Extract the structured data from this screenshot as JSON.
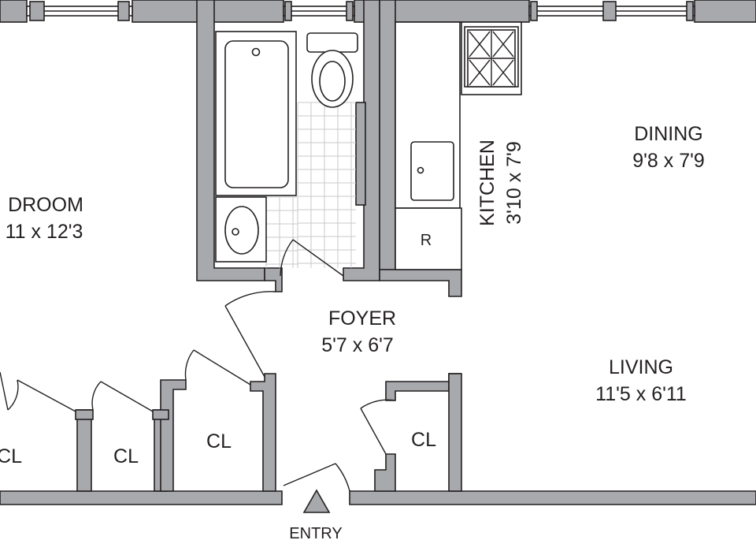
{
  "rooms": {
    "bedroom": {
      "name": "DROOM",
      "dims": "11 x 12'3"
    },
    "dining": {
      "name": "DINING",
      "dims": "9'8 x 7'9"
    },
    "kitchen": {
      "name": "KITCHEN",
      "dims": "3'10 x 7'9"
    },
    "foyer": {
      "name": "FOYER",
      "dims": "5'7 x 6'7"
    },
    "living": {
      "name": "LIVING",
      "dims": "11'5 x 6'11"
    }
  },
  "closets": [
    "CL",
    "CL",
    "CL",
    "CL"
  ],
  "fixtures": {
    "refrigerator": "R"
  },
  "entry": {
    "label": "ENTRY"
  },
  "colors": {
    "wall": "#a7a9ac",
    "line": "#231f20",
    "tile": "#c9cacc",
    "background": "#ffffff"
  }
}
